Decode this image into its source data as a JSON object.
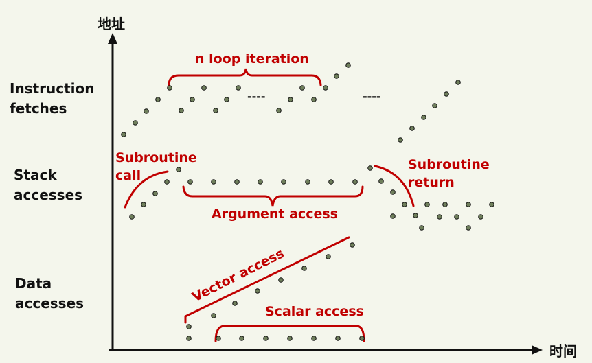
{
  "axes": {
    "y_label": "地址",
    "x_label": "时间"
  },
  "row_labels": {
    "instruction": [
      "Instruction",
      "fetches"
    ],
    "stack": [
      "Stack",
      "accesses"
    ],
    "data": [
      "Data",
      "accesses"
    ]
  },
  "annotations": {
    "loop": "n loop iteration",
    "subroutine_call": [
      "Subroutine",
      "call"
    ],
    "subroutine_return": [
      "Subroutine",
      "return"
    ],
    "argument_access": "Argument access",
    "vector_access": "Vector access",
    "scalar_access": "Scalar access",
    "ellipsis": "----"
  },
  "colors": {
    "annotation": "#c00000",
    "dot_fill": "#6f7f5c",
    "axis": "#111111",
    "background": "#f4f6ec"
  }
}
